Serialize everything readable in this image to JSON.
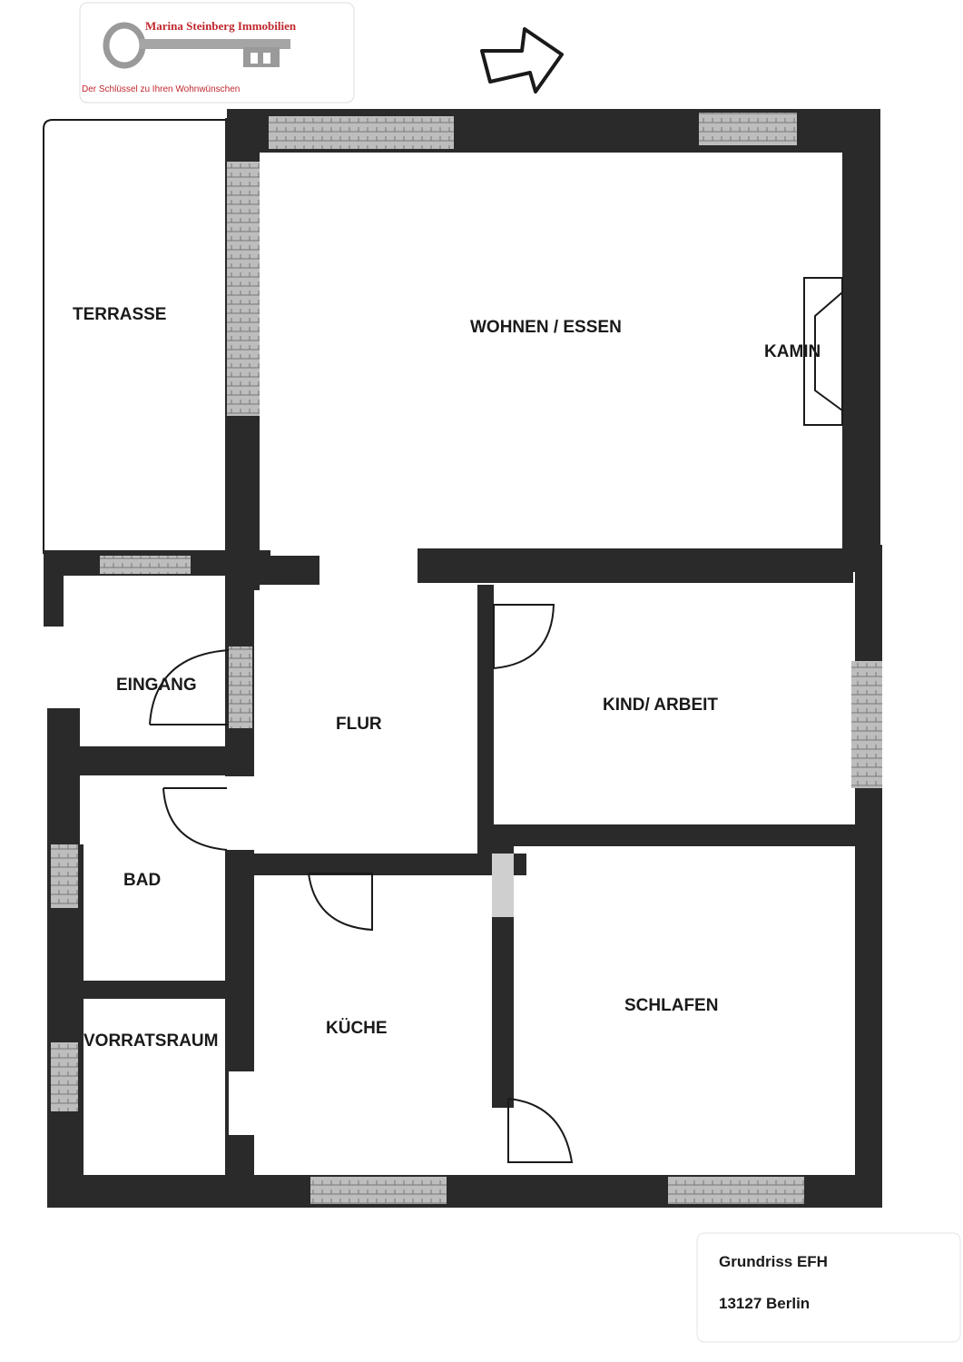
{
  "brand": {
    "name": "Marina Steinberg Immobilien",
    "tagline": "Der Schlüssel zu Ihren Wohnwünschen",
    "color": "#c0282d"
  },
  "orientation_arrow": "arrow-right-icon",
  "rooms": {
    "terrasse": "TERRASSE",
    "wohnen_essen": "WOHNEN / ESSEN",
    "kamin": "KAMIN",
    "eingang": "EINGANG",
    "flur": "FLUR",
    "kind_arbeit": "KIND/ ARBEIT",
    "bad": "BAD",
    "vorratsraum": "VORRATSRAUM",
    "kueche": "KÜCHE",
    "schlafen": "SCHLAFEN"
  },
  "info": {
    "title": "Grundriss EFH",
    "location": "13127 Berlin"
  },
  "colors": {
    "wall": "#2a2a2a",
    "window": "#b8b8b8"
  }
}
